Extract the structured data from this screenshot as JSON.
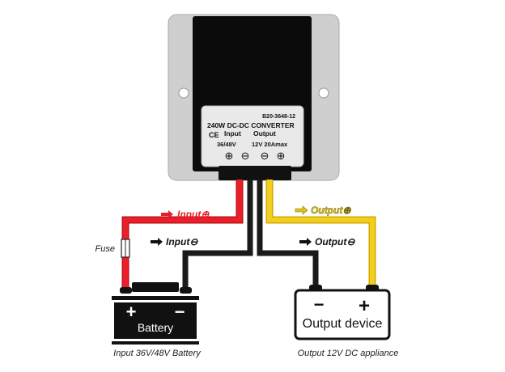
{
  "converter": {
    "model": "B20-3648-12",
    "title": "240W DC-DC CONVERTER",
    "input_label": "Input",
    "output_label": "Output",
    "input_voltage": "36/48V",
    "output_rating": "12V 20Amax",
    "ce_mark": "CE",
    "terminals": [
      "⊕",
      "⊖",
      "⊖",
      "⊕"
    ]
  },
  "wires": {
    "input_pos": {
      "label": "Input⊕",
      "color": "#e8202a"
    },
    "input_neg": {
      "label": "Input⊖",
      "color": "#1a1a1a"
    },
    "output_pos": {
      "label": "Output⊕",
      "color": "#f2cf1e"
    },
    "output_neg": {
      "label": "Output⊖",
      "color": "#1a1a1a"
    }
  },
  "fuse": {
    "label": "Fuse"
  },
  "battery": {
    "label": "Battery",
    "pos_symbol": "+",
    "neg_symbol": "−",
    "caption": "Input 36V/48V Battery"
  },
  "output_device": {
    "label": "Output device",
    "pos_symbol": "+",
    "neg_symbol": "−",
    "caption": "Output 12V DC appliance"
  }
}
